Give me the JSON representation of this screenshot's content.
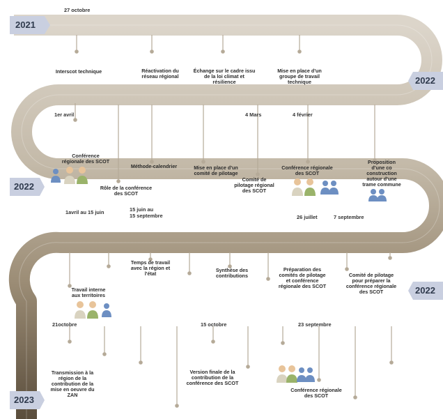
{
  "colors": {
    "band_light": "#d9d1c5",
    "band_mid": "#a89a86",
    "band_dark": "#5e5140",
    "tag": "#c9cfe0",
    "people_blue": "#6d8fc2",
    "people_skin": "#e8c49a"
  },
  "years": {
    "y1": "2021",
    "y2": "2022",
    "y3": "2022",
    "y4": "2022",
    "y5": "2023"
  },
  "row1": {
    "date1": "27 octobre",
    "items": [
      "Interscot technique",
      "Réactivation du\nréseau régional",
      "Échange sur le cadre issu\nde la loi climat et\nrésilience",
      "Mise en place d'un\ngroupe de travail\ntechnique"
    ]
  },
  "row2": {
    "date1": "1er avril",
    "date2": "4 Mars",
    "date3": "4 février",
    "items": [
      "Conférence\nrégionale des SCOT",
      "Rôle de la conférence\ndes SCOT",
      "Méthode-calendrier",
      "Mise en place d'un\ncomité de pilotage",
      "Comité de\npilotage régional\ndes SCOT",
      "Conférence régionale\ndes SCOT",
      "Proposition\nd'une co\nconstruction\nautour d'une\ntrame commune"
    ]
  },
  "row3": {
    "date1": "1avril au 15 juin",
    "date2": "15 juin au\n15 septembre",
    "date3": "26 juillet",
    "date4": "7 septembre",
    "items": [
      "Travail interne\naux territoires",
      "Temps de travail\navec la région et\nl'état",
      "Synthèse des\ncontributions",
      "Préparation des\ncomités de pilotage\net conférence\nrégionale des SCOT",
      "Comité de pilotage\npour préparer la\nconférence régionale\ndes SCOT"
    ]
  },
  "row4": {
    "date1": "21octobre",
    "date2": "15 octobre",
    "date3": "23 septembre",
    "items": [
      "Transmission à la\nrégion de la\ncontribution de la\nmise en oeuvre du\nZAN",
      "Version finale de la\ncontribution de la\nconférence des SCOT",
      "Conférence régionale\ndes SCOT"
    ]
  }
}
